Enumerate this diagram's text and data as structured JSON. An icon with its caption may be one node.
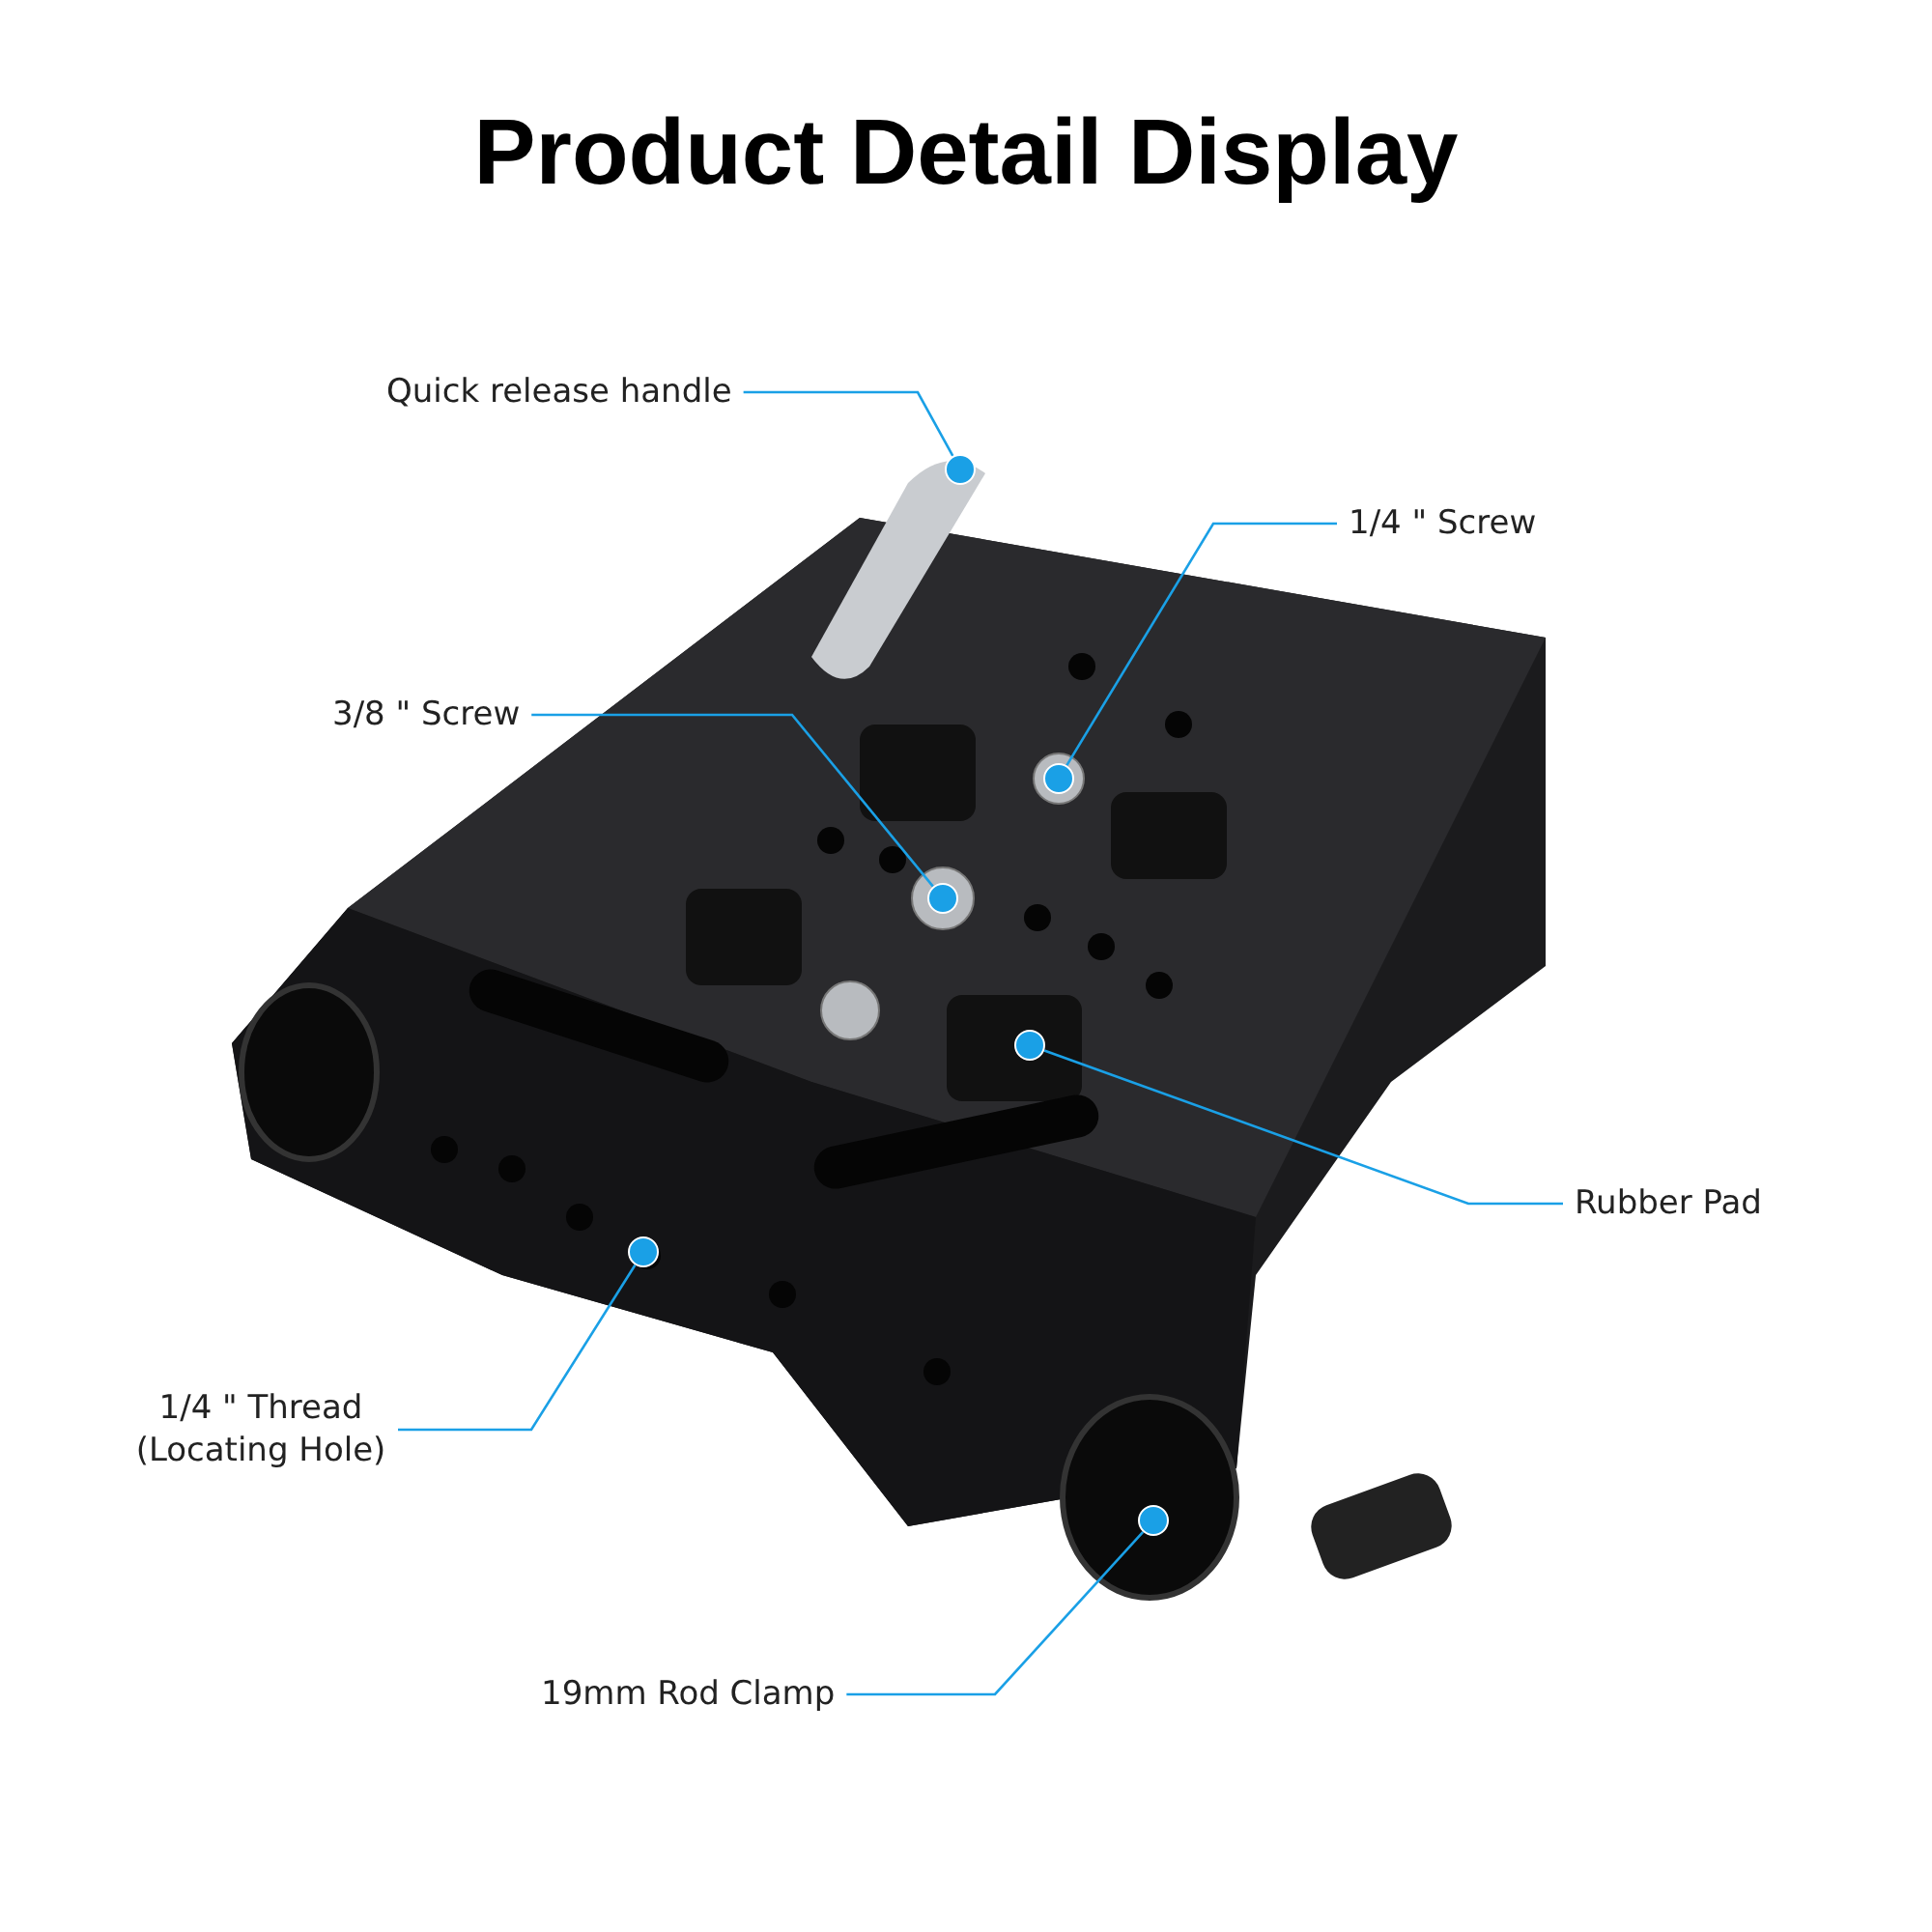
{
  "diagram": {
    "title": "Product Detail Display",
    "nodes": [
      {
        "text": [
          "Quick release handle"
        ]
      },
      {
        "text": [],
        "shape": "circle"
      },
      {
        "text": [
          "1/4 \" Screw"
        ]
      },
      {
        "text": [],
        "shape": "circle"
      },
      {
        "text": [
          "3/8 \" Screw"
        ]
      },
      {
        "text": [],
        "shape": "circle"
      },
      {
        "text": [
          "Rubber Pad"
        ]
      },
      {
        "text": [],
        "shape": "circle"
      },
      {
        "text": [
          "1/4 \" Thread (Locating Hole)"
        ]
      },
      {
        "text": [],
        "shape": "circle"
      },
      {
        "text": [
          "19mm Rod Clamp"
        ]
      },
      {
        "text": [],
        "shape": "circle"
      }
    ],
    "edges": [
      {
        "from": 0,
        "to": 1,
        "arrow": "none"
      },
      {
        "from": 2,
        "to": 3,
        "arrow": "none"
      },
      {
        "from": 4,
        "to": 5,
        "arrow": "none"
      },
      {
        "from": 6,
        "to": 7,
        "arrow": "none"
      },
      {
        "from": 8,
        "to": 9,
        "arrow": "none"
      },
      {
        "from": 10,
        "to": 11,
        "arrow": "none"
      }
    ]
  }
}
